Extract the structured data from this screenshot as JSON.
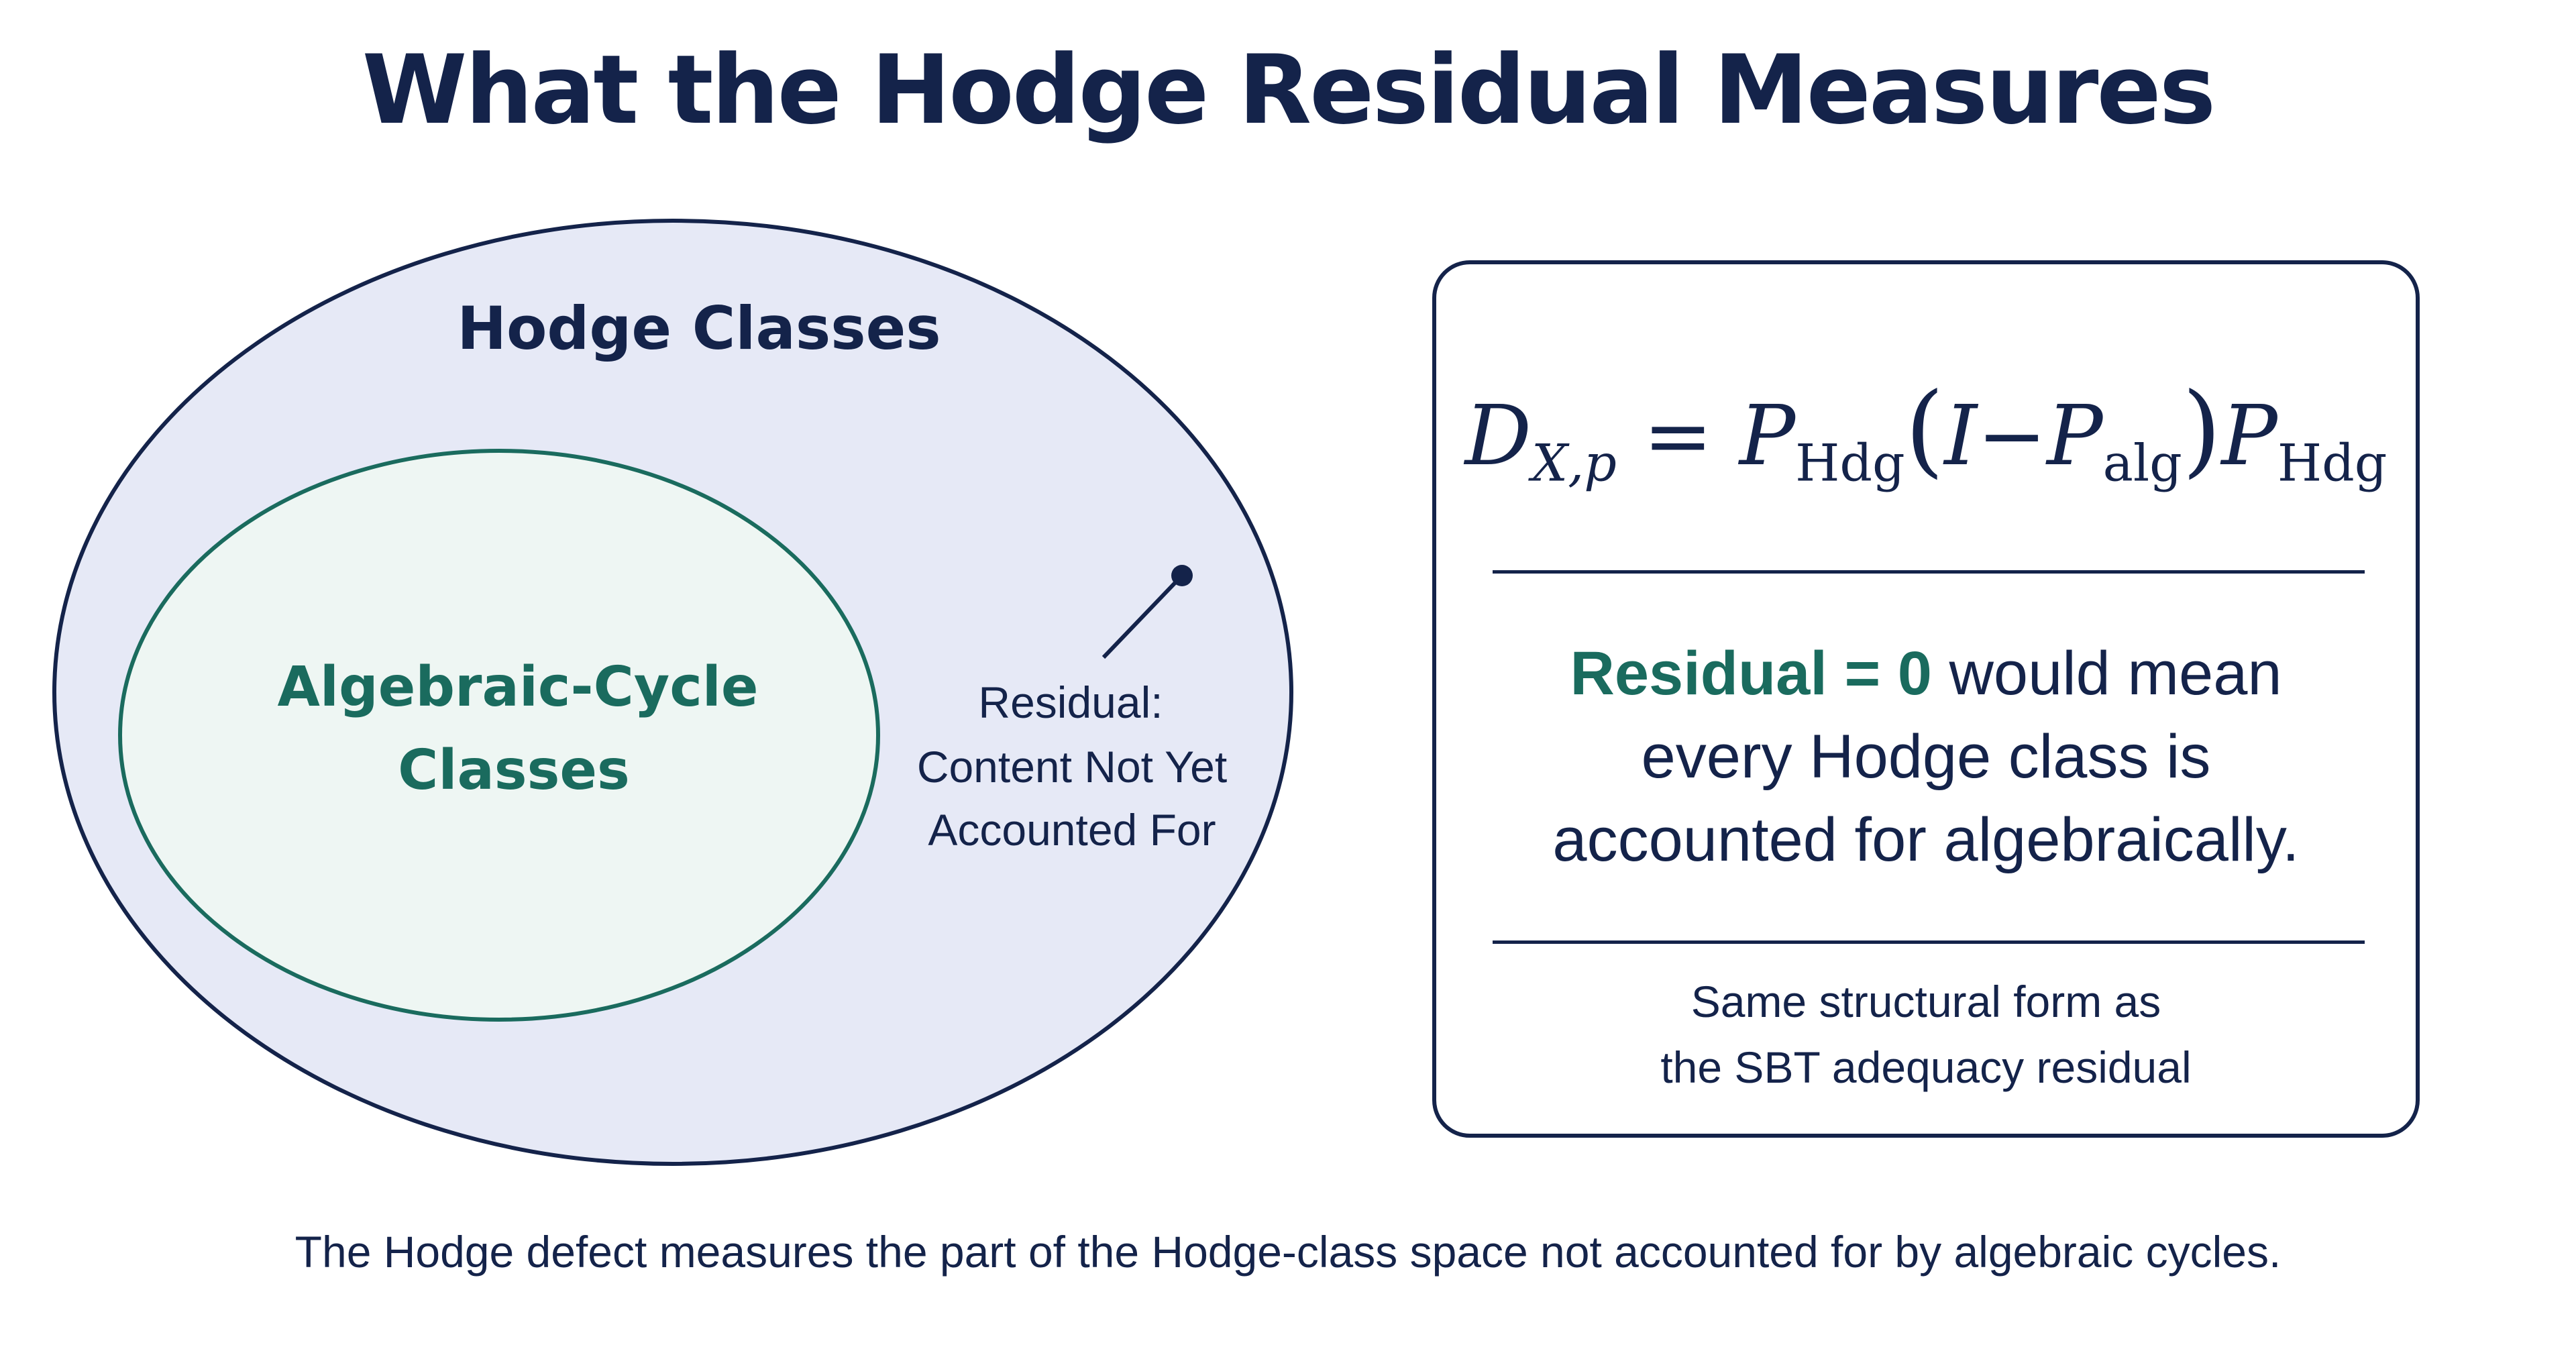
{
  "title": "What the Hodge Residual Measures",
  "venn": {
    "outer_label": "Hodge Classes",
    "inner_label_line1": "Algebraic-Cycle",
    "inner_label_line2": "Classes",
    "residual_line1": "Residual:",
    "residual_line2": "Content Not Yet",
    "residual_line3": "Accounted For"
  },
  "formula": {
    "lhs_symbol": "D",
    "lhs_sub": "X,p",
    "equals": "=",
    "p1_symbol": "P",
    "p1_sub": "Hdg",
    "open_paren": "(",
    "identity": "I",
    "minus": "−",
    "p2_symbol": "P",
    "p2_sub": "alg",
    "close_paren": ")",
    "p3_symbol": "P",
    "p3_sub": "Hdg"
  },
  "statement": {
    "highlight": "Residual = 0",
    "rest_line1": " would mean",
    "line2": "every Hodge class is",
    "line3": "accounted for algebraically."
  },
  "footnote": {
    "line1": "Same structural form as",
    "line2": "the SBT adequacy residual"
  },
  "caption": "The Hodge defect measures the part of the Hodge-class space not accounted for by algebraic cycles.",
  "colors": {
    "navy": "#14234a",
    "teal": "#1a6b5e",
    "outer_fill": "#e6e9f6",
    "inner_fill": "#eef6f3"
  }
}
